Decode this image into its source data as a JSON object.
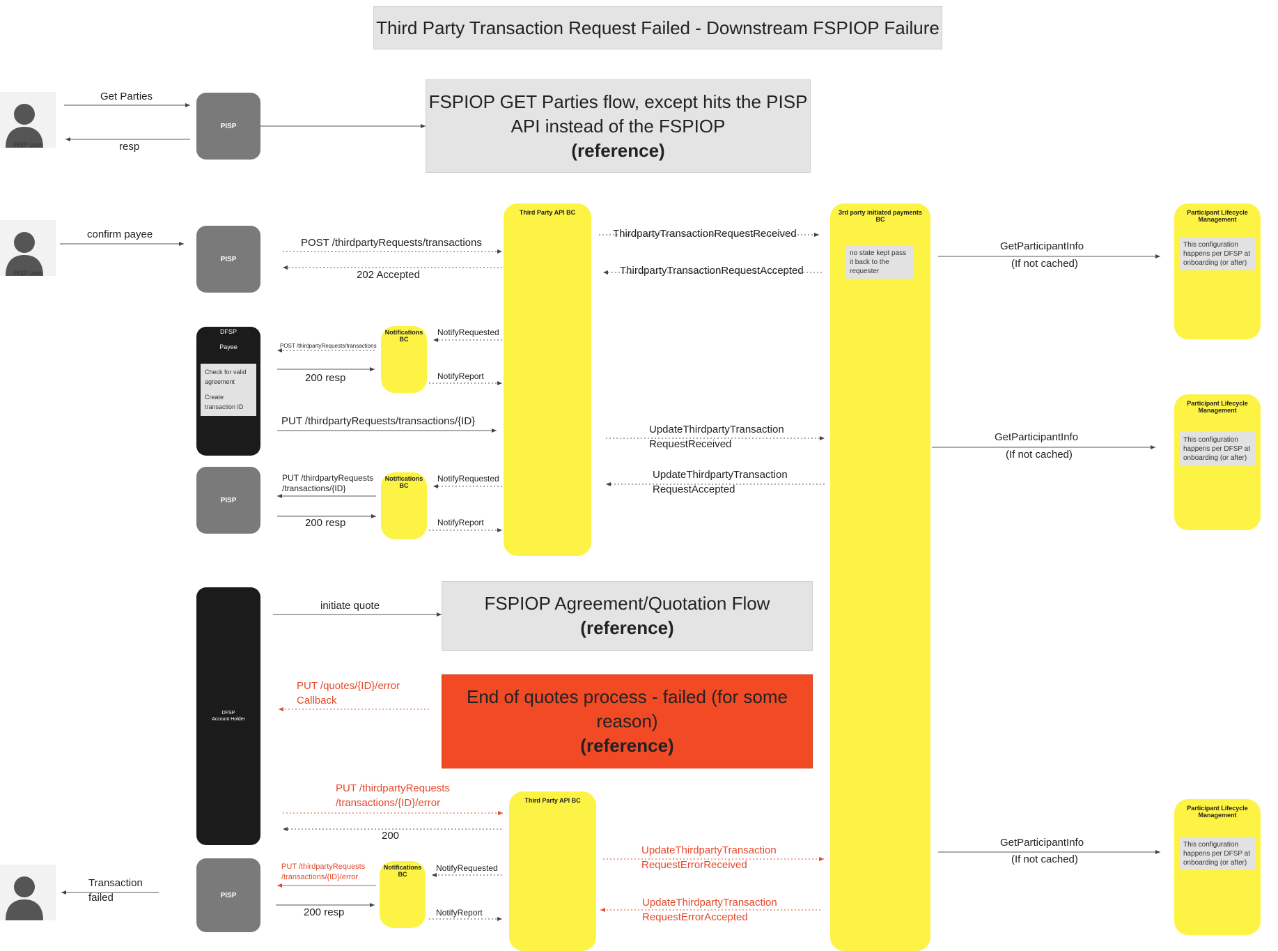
{
  "title": "Third Party Transaction Request Failed - Downstream FSPIOP Failure",
  "users": {
    "pisp_user_1": "PISP User",
    "pisp_user_2": "PISP User"
  },
  "nodes": {
    "pisp": "PISP",
    "dfsp_label": "DFSP",
    "payee": "Payee",
    "dfsp_account_holder_1": "DFSP",
    "dfsp_account_holder_2": "Account Holder",
    "third_party_api_bc": "Third Party API BC",
    "third_party_payments_bc": "3rd party initiated payments BC",
    "participant_lifecycle": "Participant Lifecycle Management",
    "notifications_bc": "Notifications BC"
  },
  "notes": {
    "no_state": "no state kept pass it back to the requester",
    "configuration": "This configuration happens per DFSP at onboarding (or after)",
    "check_agreement": "Check for valid agreement",
    "create_transaction": "Create transaction ID"
  },
  "references": {
    "get_parties_line1": "FSPIOP GET Parties flow, except hits the PISP",
    "get_parties_line2": "API instead of the FSPIOP",
    "reference": "(reference)",
    "agreement_line1": "FSPIOP Agreement/Quotation Flow",
    "end_quotes_line1": "End of quotes process - failed (for some",
    "end_quotes_line2": "reason)"
  },
  "labels": {
    "get_parties": "Get Parties",
    "resp": "resp",
    "confirm_payee": "confirm payee",
    "post_tp_transactions": "POST /thirdpartyRequests/transactions",
    "accepted_202": "202 Accepted",
    "tp_request_received": "ThirdpartyTransactionRequestReceived",
    "tp_request_accepted": "ThirdpartyTransactionRequestAccepted",
    "get_participant_info": "GetParticipantInfo",
    "if_not_cached": "(If not cached)",
    "notify_requested": "NotifyRequested",
    "notify_report": "NotifyReport",
    "post_tp_transactions_small": "POST /thirdpartyRequests/transactions",
    "resp_200": "200 resp",
    "put_tp_transactions_id": "PUT /thirdpartyRequests/transactions/{ID}",
    "update_received_1": "UpdateThirdpartyTransaction",
    "update_received_2": "RequestReceived",
    "update_accepted_1": "UpdateThirdpartyTransaction",
    "update_accepted_2": "RequestAccepted",
    "put_tp_requests_1": "PUT /thirdpartyRequests",
    "put_tp_requests_2": "/transactions/{ID}",
    "initiate_quote": "initiate quote",
    "put_quotes_error_1": "PUT /quotes/{ID}/error",
    "put_quotes_error_2": "Callback",
    "put_tp_error_1": "PUT /thirdpartyRequests",
    "put_tp_error_2": "/transactions/{ID}/error",
    "ok_200": "200",
    "update_error_received_1": "UpdateThirdpartyTransaction",
    "update_error_received_2": "RequestErrorReceived",
    "update_error_accepted_1": "UpdateThirdpartyTransaction",
    "update_error_accepted_2": "RequestErrorAccepted",
    "transaction_failed_1": "Transaction",
    "transaction_failed_2": "failed"
  },
  "colors": {
    "yellow": "#fdf345",
    "error_red": "#e5482a",
    "error_box": "#f24a25",
    "gray_node": "#7a7a7a",
    "black_node": "#1b1b1b"
  }
}
